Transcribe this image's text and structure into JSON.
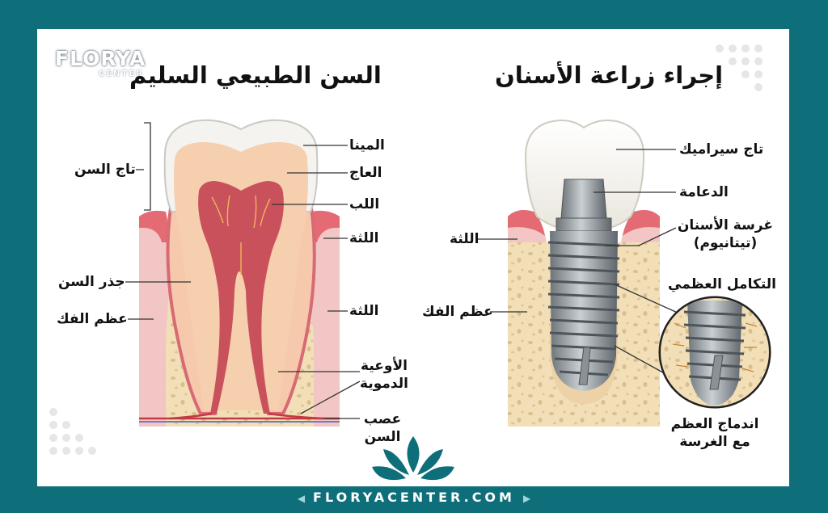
{
  "brand": {
    "logo_main": "FLORYA",
    "logo_sub": "CENTER",
    "footer_url": "FLORYACENTER.COM",
    "teal": "#0e6f7a"
  },
  "natural_tooth": {
    "title": "السن الطبيعي السليم",
    "labels": {
      "enamel": "المينا",
      "dentin": "العاج",
      "pulp": "اللب",
      "crown": "تاج السن",
      "gum_right": "اللثة",
      "gum_right_lower": "اللثة",
      "root": "جذر السن",
      "jaw_bone": "عظم الفك",
      "blood_vessels_1": "الأوعية",
      "blood_vessels_2": "الدموية",
      "nerve_1": "عصب",
      "nerve_2": "السن"
    }
  },
  "implant": {
    "title": "إجراء زراعة الأسنان",
    "labels": {
      "ceramic_crown": "تاج سيراميك",
      "abutment": "الدعامة",
      "implant_1": "غرسة الأسنان",
      "implant_2": "(تيتانيوم)",
      "gum": "اللثة",
      "jaw_bone": "عظم الفك",
      "osseointegration": "التكامل العظمي",
      "fusion_1": "اندماج العظم",
      "fusion_2": "مع الغرسة"
    }
  }
}
